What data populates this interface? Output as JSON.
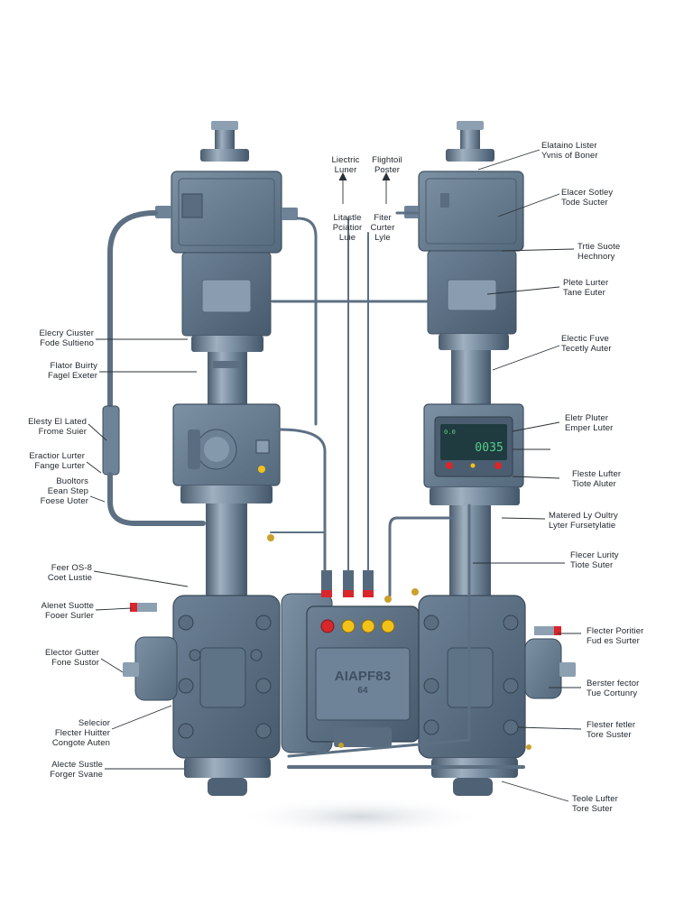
{
  "palette": {
    "steel_dark": "#4f6275",
    "steel_mid": "#6e8397",
    "steel_light": "#9fb0c0",
    "pipe": "#5d7083",
    "leader": "#2a3138",
    "lamp_red": "#d8262b",
    "lamp_yellow": "#f3c21a",
    "display_bg": "#1f3b3f",
    "display_green": "#56d08b",
    "brass": "#c9a12d"
  },
  "center_panel": {
    "badge_text": "AIAPF83",
    "badge_sub": "64"
  },
  "left_display": {
    "readout": ""
  },
  "right_display": {
    "readout_small": "0.0",
    "readout_main": "0035"
  },
  "labels": {
    "top_center_a": [
      "Liectric",
      "Luner"
    ],
    "top_center_b": [
      "Flightoil",
      "Poster"
    ],
    "mid_center_a": [
      "Litastle",
      "Pciatior",
      "Luie"
    ],
    "mid_center_b": [
      "Fiter",
      "Curter",
      "Lyle"
    ],
    "right_01": [
      "Elataino Lister",
      "Yvnis of Boner"
    ],
    "right_02": [
      "Elacer Sotley",
      "Tode Sucter"
    ],
    "right_03": [
      "Trtie Suote",
      "Hechnory"
    ],
    "right_04": [
      "Plete Lurter",
      "Tane Euter"
    ],
    "right_05": [
      "Electic Fuve",
      "Tecetly Auter"
    ],
    "right_06": [
      "Eletr Pluter",
      "Emper Luter"
    ],
    "right_07": [
      "Fleste Lufter",
      "Tiote Aluter"
    ],
    "right_08": [
      "Matered Ly Oultry",
      "Lyter Fursetylatie"
    ],
    "right_09": [
      "Flecer Lurity",
      "Tiote Suter"
    ],
    "right_10": [
      "Flecter Poritier",
      "Fud es Surter"
    ],
    "right_11": [
      "Berster fector",
      "Tue Cortunry"
    ],
    "right_12": [
      "Flester fetler",
      "Tore Suster"
    ],
    "right_13": [
      "Teole Lufter",
      "Tore Suter"
    ],
    "left_01": [
      "Elecry Ciuster",
      "Fode Sultieno"
    ],
    "left_02": [
      "Flator Buirty",
      "Fagel Exeter"
    ],
    "left_03": [
      "Elesty El Lated",
      "Frome Suier"
    ],
    "left_04": [
      "Eractior Lurter",
      "Fange Lurter"
    ],
    "left_05": [
      "Buoltors",
      "Eean Step",
      "Foese Uoter"
    ],
    "left_06": [
      "Feer OS-8",
      "Coet Lustie"
    ],
    "left_07": [
      "Alenet Suotte",
      "Fooer Surler"
    ],
    "left_08": [
      "Elector Gutter",
      "Fone Sustor"
    ],
    "left_09": [
      "Selecior",
      "Flecter Huitter",
      "Congote Auten"
    ],
    "left_10": [
      "Alecte Sustle",
      "Forger Svane"
    ]
  }
}
